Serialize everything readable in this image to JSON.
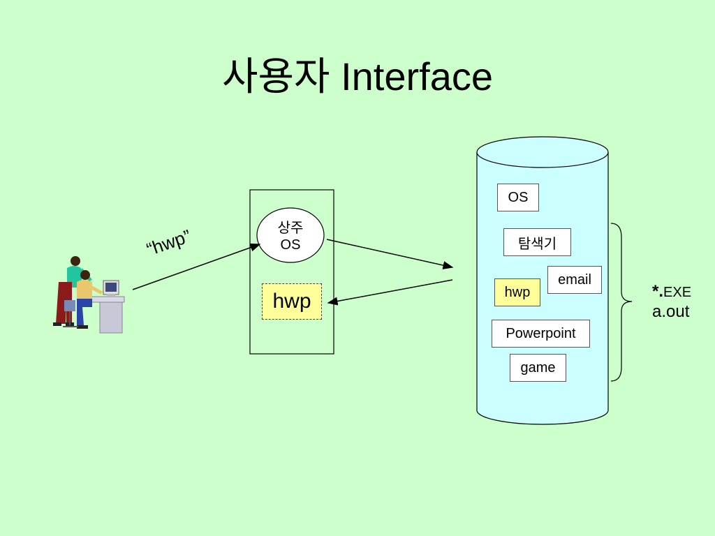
{
  "title": "사용자 Interface",
  "user_label": "“hwp”",
  "memory": {
    "resident_os": [
      "상주",
      "OS"
    ],
    "program": "hwp"
  },
  "disk": {
    "items": [
      "OS",
      "탐색기",
      "email",
      "hwp",
      "Powerpoint",
      "game"
    ]
  },
  "brace_label": {
    "line1_star": "*.",
    "line1_ext": "EXE",
    "line2": "a.out"
  },
  "colors": {
    "background": "#ccffcc",
    "cylinder": "#ccffff",
    "highlight": "#ffff99"
  }
}
